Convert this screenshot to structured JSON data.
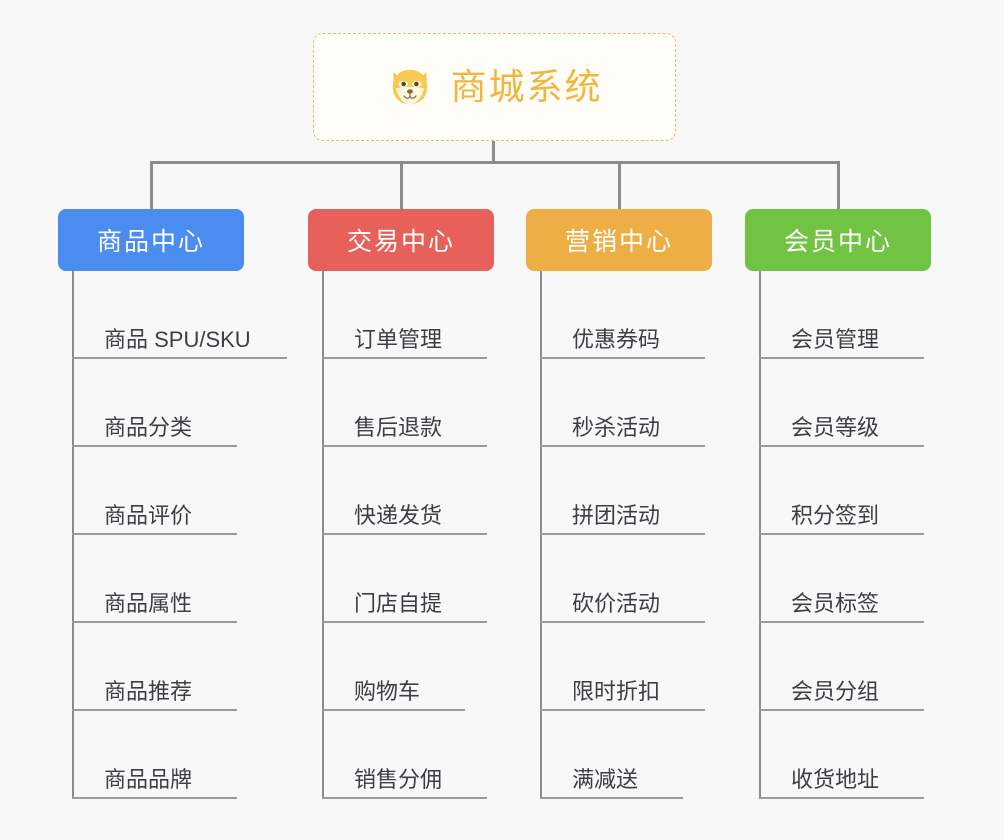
{
  "page": {
    "background_color": "#f8f8f8",
    "line_color": "#8c8c8c"
  },
  "root": {
    "title": "商城系统",
    "icon": "shiba-dog-face-icon",
    "text_color": "#f0b73f",
    "border_color": "#e9b96b",
    "background_color": "#fffdf8"
  },
  "branches": [
    {
      "id": "product-center",
      "label": "商品中心",
      "color": "#4a8cf0",
      "items": [
        {
          "label": "商品 SPU/SKU",
          "width": "wide"
        },
        {
          "label": "商品分类",
          "width": "normal"
        },
        {
          "label": "商品评价",
          "width": "normal"
        },
        {
          "label": "商品属性",
          "width": "normal"
        },
        {
          "label": "商品推荐",
          "width": "normal"
        },
        {
          "label": "商品品牌",
          "width": "normal"
        }
      ]
    },
    {
      "id": "trade-center",
      "label": "交易中心",
      "color": "#e8605a",
      "items": [
        {
          "label": "订单管理",
          "width": "normal"
        },
        {
          "label": "售后退款",
          "width": "normal"
        },
        {
          "label": "快递发货",
          "width": "normal"
        },
        {
          "label": "门店自提",
          "width": "normal"
        },
        {
          "label": "购物车",
          "width": "narrow"
        },
        {
          "label": "销售分佣",
          "width": "normal"
        }
      ]
    },
    {
      "id": "marketing-center",
      "label": "营销中心",
      "color": "#edae45",
      "items": [
        {
          "label": "优惠券码",
          "width": "normal"
        },
        {
          "label": "秒杀活动",
          "width": "normal"
        },
        {
          "label": "拼团活动",
          "width": "normal"
        },
        {
          "label": "砍价活动",
          "width": "normal"
        },
        {
          "label": "限时折扣",
          "width": "normal"
        },
        {
          "label": "满减送",
          "width": "narrow"
        }
      ]
    },
    {
      "id": "member-center",
      "label": "会员中心",
      "color": "#72c244",
      "items": [
        {
          "label": "会员管理",
          "width": "normal"
        },
        {
          "label": "会员等级",
          "width": "normal"
        },
        {
          "label": "积分签到",
          "width": "normal"
        },
        {
          "label": "会员标签",
          "width": "normal"
        },
        {
          "label": "会员分组",
          "width": "normal"
        },
        {
          "label": "收货地址",
          "width": "normal"
        }
      ]
    }
  ]
}
